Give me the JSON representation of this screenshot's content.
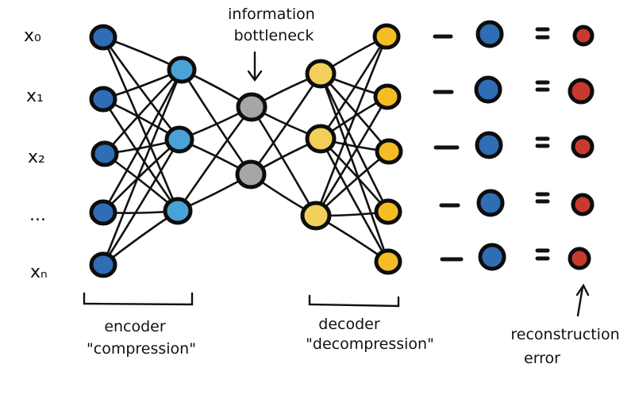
{
  "diagram": {
    "title": "Autoencoder",
    "colors": {
      "input": "#2f6db5",
      "encoder_hidden": "#4aa3d6",
      "bottleneck": "#a6a6a6",
      "decoder_hidden": "#f2cf5b",
      "output": "#f5bd24",
      "error": "#c83a2e",
      "ink": "#111111"
    },
    "input_labels": [
      "x₀",
      "x₁",
      "x₂",
      "...",
      "xₙ"
    ],
    "layers": [
      {
        "name": "input",
        "size": 5
      },
      {
        "name": "encoder-hidden",
        "size": 3
      },
      {
        "name": "bottleneck",
        "size": 2
      },
      {
        "name": "decoder-hidden",
        "size": 3
      },
      {
        "name": "output",
        "size": 5
      }
    ],
    "annotations": {
      "bottleneck_line1": "information",
      "bottleneck_line2": "bottleneck",
      "encoder_line1": "encoder",
      "encoder_line2": "\"compression\"",
      "decoder_line1": "decoder",
      "decoder_line2": "\"decompression\"",
      "error_line1": "reconstruction",
      "error_line2": "error"
    },
    "equation": {
      "rows": 5,
      "minus_symbol": "−",
      "equals_symbol": "="
    }
  }
}
